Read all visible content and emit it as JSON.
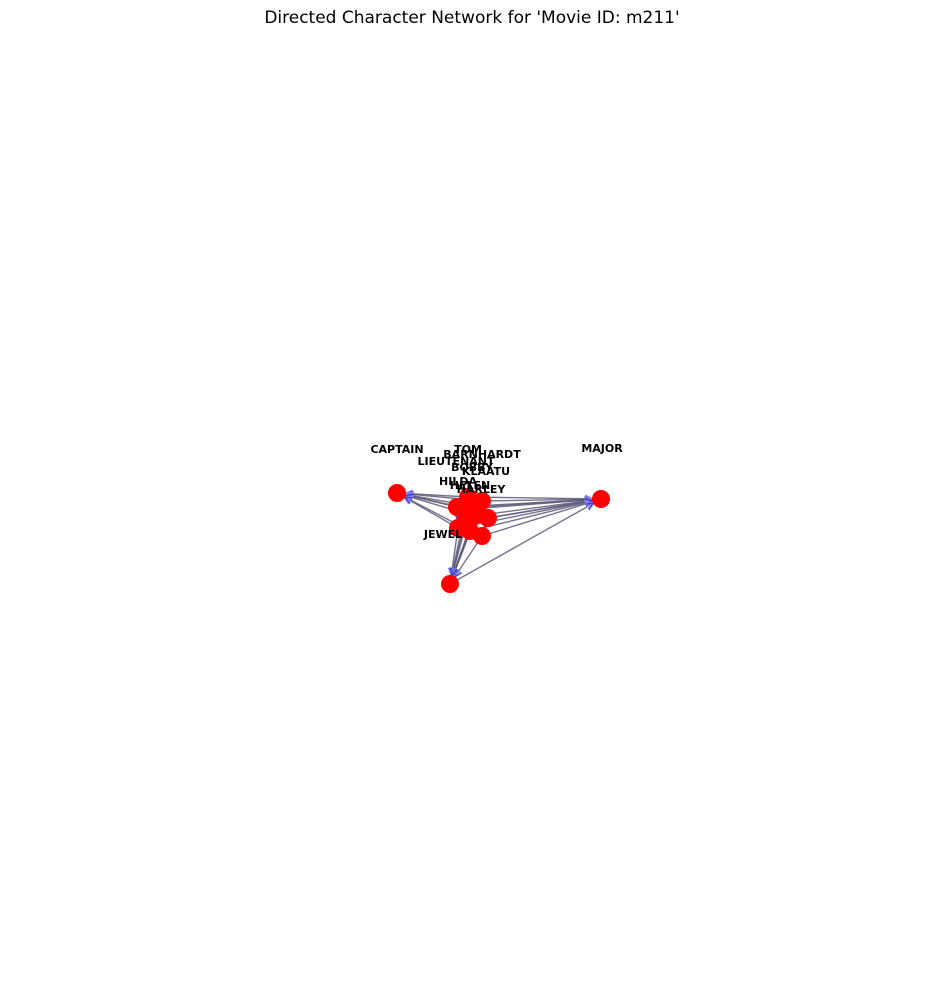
{
  "title": "Directed Character Network for 'Movie ID: m211'",
  "colors": {
    "node": "#ff0000",
    "edge": "#5c5c7a",
    "arrow": "#3b35c8",
    "arrow_halo": "#9c9cf0",
    "label": "#000000"
  },
  "nodes": [
    {
      "id": "captain",
      "label": "CAPTAIN"
    },
    {
      "id": "major",
      "label": "MAJOR"
    },
    {
      "id": "tom",
      "label": "TOM"
    },
    {
      "id": "barnhardt",
      "label": "BARNHARDT"
    },
    {
      "id": "lieutenant",
      "label": "LIEUTENANT"
    },
    {
      "id": "bobby",
      "label": "BOBBY"
    },
    {
      "id": "klaatu",
      "label": "KLAATU"
    },
    {
      "id": "hilda",
      "label": "HILDA"
    },
    {
      "id": "helen",
      "label": "HELEN"
    },
    {
      "id": "harley",
      "label": "HARLEY"
    },
    {
      "id": "jewel",
      "label": "JEWEL"
    },
    {
      "id": "n12",
      "label": ""
    },
    {
      "id": "n13",
      "label": ""
    },
    {
      "id": "n14",
      "label": ""
    }
  ],
  "edges": [
    [
      "tom",
      "captain"
    ],
    [
      "barnhardt",
      "captain"
    ],
    [
      "lieutenant",
      "captain"
    ],
    [
      "bobby",
      "captain"
    ],
    [
      "hilda",
      "captain"
    ],
    [
      "helen",
      "captain"
    ],
    [
      "jewel",
      "captain"
    ],
    [
      "n12",
      "captain"
    ],
    [
      "tom",
      "major"
    ],
    [
      "barnhardt",
      "major"
    ],
    [
      "lieutenant",
      "major"
    ],
    [
      "bobby",
      "major"
    ],
    [
      "klaatu",
      "major"
    ],
    [
      "hilda",
      "major"
    ],
    [
      "helen",
      "major"
    ],
    [
      "harley",
      "major"
    ],
    [
      "jewel",
      "major"
    ],
    [
      "n12",
      "major"
    ],
    [
      "n13",
      "major"
    ],
    [
      "n14",
      "major"
    ],
    [
      "tom",
      "n14"
    ],
    [
      "barnhardt",
      "n14"
    ],
    [
      "lieutenant",
      "n14"
    ],
    [
      "bobby",
      "n14"
    ],
    [
      "helen",
      "n14"
    ],
    [
      "harley",
      "n14"
    ],
    [
      "jewel",
      "n14"
    ],
    [
      "n12",
      "n14"
    ],
    [
      "n13",
      "n14"
    ],
    [
      "tom",
      "barnhardt"
    ],
    [
      "tom",
      "helen"
    ],
    [
      "barnhardt",
      "klaatu"
    ],
    [
      "lieutenant",
      "bobby"
    ],
    [
      "lieutenant",
      "jewel"
    ],
    [
      "bobby",
      "helen"
    ],
    [
      "klaatu",
      "harley"
    ],
    [
      "hilda",
      "helen"
    ],
    [
      "helen",
      "jewel"
    ],
    [
      "harley",
      "n12"
    ],
    [
      "jewel",
      "n13"
    ],
    [
      "n12",
      "n13"
    ],
    [
      "hilda",
      "jewel"
    ]
  ]
}
